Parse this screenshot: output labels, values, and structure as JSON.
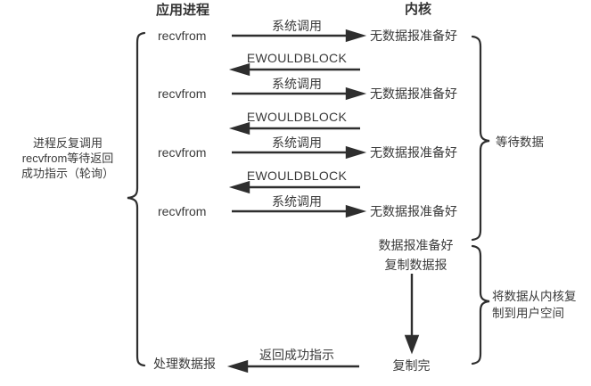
{
  "headers": {
    "app": "应用进程",
    "kernel": "内核"
  },
  "left_note_lines": {
    "l1": "进程反复调用",
    "l2": "recvfrom等待返回",
    "l3": "成功指示（轮询）"
  },
  "poll_rows": [
    {
      "caller": "recvfrom",
      "syscall_label": "系统调用",
      "kernel_reply": "无数据报准备好"
    },
    {
      "caller": "recvfrom",
      "syscall_label": "系统调用",
      "kernel_reply": "无数据报准备好"
    },
    {
      "caller": "recvfrom",
      "syscall_label": "系统调用",
      "kernel_reply": "无数据报准备好"
    },
    {
      "caller": "recvfrom",
      "syscall_label": "系统调用",
      "kernel_reply": "无数据报准备好"
    }
  ],
  "error_returns": [
    {
      "label": "EWOULDBLOCK"
    },
    {
      "label": "EWOULDBLOCK"
    },
    {
      "label": "EWOULDBLOCK"
    }
  ],
  "kernel_ready": {
    "line1": "数据报准备好",
    "line2": "复制数据报"
  },
  "copy_done_label": "复制完",
  "return_success_label": "返回成功指示",
  "process_label": "处理数据报",
  "brace_notes": {
    "wait": "等待数据",
    "copy_line1": "将数据从内核复",
    "copy_line2": "制到用户空间"
  },
  "colors": {
    "text": "#3a3a3a",
    "line": "#2e2e2e",
    "background": "#ffffff"
  }
}
